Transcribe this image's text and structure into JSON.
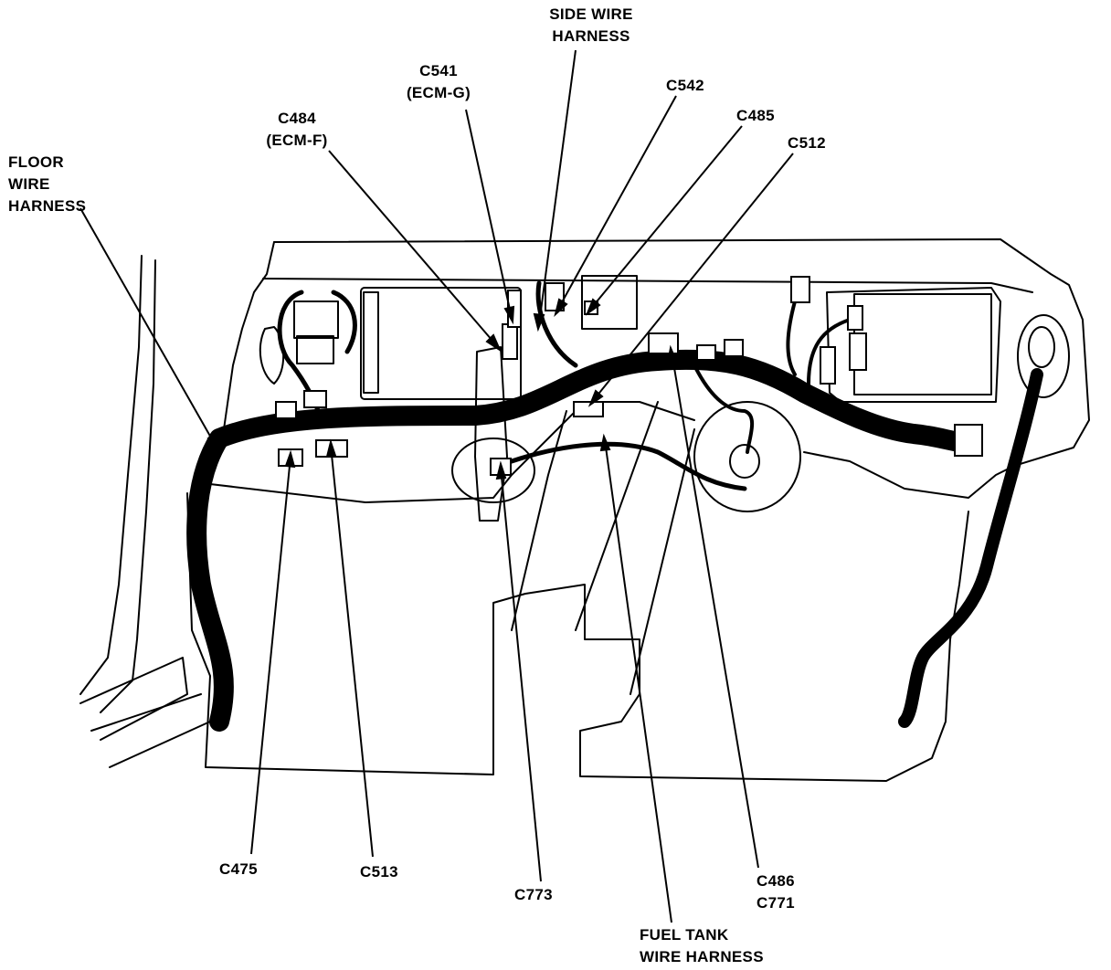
{
  "labels": {
    "side_wire_harness": [
      "SIDE WIRE",
      "HARNESS"
    ],
    "c541": [
      "C541",
      "(ECM-G)"
    ],
    "c542": "C542",
    "c485": "C485",
    "c512": "C512",
    "c484": [
      "C484",
      "(ECM-F)"
    ],
    "floor_wire_harness": [
      "FLOOR",
      "WIRE",
      "HARNESS"
    ],
    "c475": "C475",
    "c513": "C513",
    "c773": "C773",
    "c486_c771": [
      "C486",
      "C771"
    ],
    "fuel_tank_wire_harness": [
      "FUEL TANK",
      "WIRE HARNESS"
    ]
  },
  "colors": {
    "ink": "#000000",
    "paper": "#ffffff"
  }
}
